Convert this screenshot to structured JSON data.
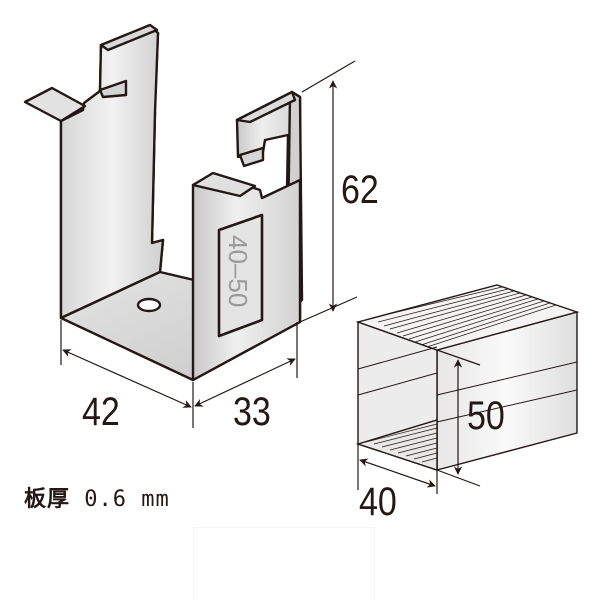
{
  "diagram": {
    "subject": "Metal bracket with square channel profile",
    "bracket": {
      "size_badge": "40–50",
      "dimensions": {
        "width": "42",
        "depth": "33",
        "height": "62"
      }
    },
    "channel": {
      "dimensions": {
        "width": "40",
        "height": "50"
      }
    },
    "spec": {
      "label": "板厚",
      "value": "0.6",
      "unit": "mm"
    },
    "colors": {
      "outline": "#231815",
      "metal_light": "#efefef",
      "metal_mid": "#d8d8d8",
      "metal_dark": "#bdbdbd",
      "badge_text": "#9a9a9a"
    }
  }
}
